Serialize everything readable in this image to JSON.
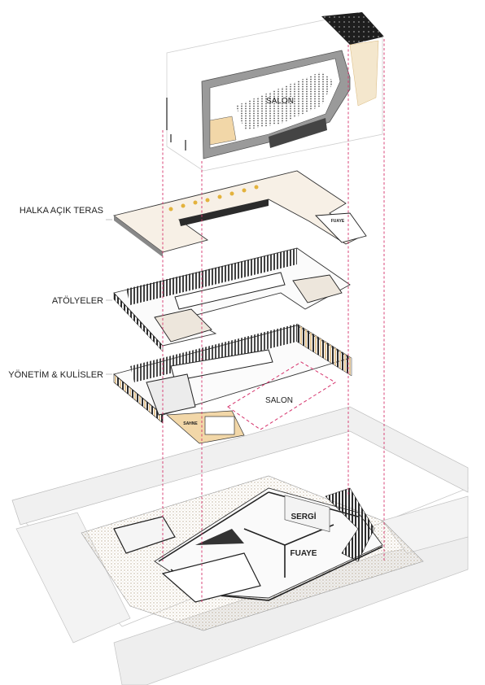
{
  "floors": {
    "terrace": "HALKA AÇIK TERAS",
    "workshops": "ATÖLYELER",
    "admin": "YÖNETİM & KULİSLER"
  },
  "rooms": {
    "salon_top": "SALON",
    "salon_mid": "SALON",
    "fuaye_terrace": "FUAYE",
    "sahne": "SAHNE",
    "sergi": "SERGİ",
    "fuaye_ground": "FUAYE"
  },
  "colors": {
    "guide_line": "#d6336c",
    "wood": "#f2d7a8",
    "floor_light": "#f7f0e6",
    "wall_dark": "#2b2b2b",
    "hatch": "#d9cbb4"
  }
}
